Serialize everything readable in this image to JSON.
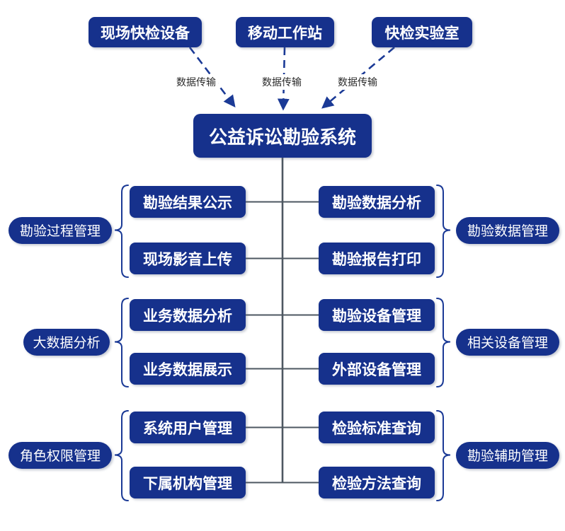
{
  "diagram": {
    "sources": [
      {
        "label": "现场快检设备"
      },
      {
        "label": "移动工作站"
      },
      {
        "label": "快检实验室"
      }
    ],
    "transfer_labels": [
      "数据传输",
      "数据传输",
      "数据传输"
    ],
    "center": {
      "label": "公益诉讼勘验系统"
    },
    "left_groups": [
      {
        "label": "勘验过程管理",
        "items": [
          {
            "label": "勘验结果公示"
          },
          {
            "label": "现场影音上传"
          }
        ]
      },
      {
        "label": "大数据分析",
        "items": [
          {
            "label": "业务数据分析"
          },
          {
            "label": "业务数据展示"
          }
        ]
      },
      {
        "label": "角色权限管理",
        "items": [
          {
            "label": "系统用户管理"
          },
          {
            "label": "下属机构管理"
          }
        ]
      }
    ],
    "right_groups": [
      {
        "label": "勘验数据管理",
        "items": [
          {
            "label": "勘验数据分析"
          },
          {
            "label": "勘验报告打印"
          }
        ]
      },
      {
        "label": "相关设备管理",
        "items": [
          {
            "label": "勘验设备管理"
          },
          {
            "label": "外部设备管理"
          }
        ]
      },
      {
        "label": "勘验辅助管理",
        "items": [
          {
            "label": "检验标准查询"
          },
          {
            "label": "检验方法查询"
          }
        ]
      }
    ],
    "colors": {
      "node_fill": "#16318c",
      "trunk_line": "#4d5761",
      "arrow_line": "#1b3a96",
      "edge_label_text": "#2b2b2b"
    }
  }
}
